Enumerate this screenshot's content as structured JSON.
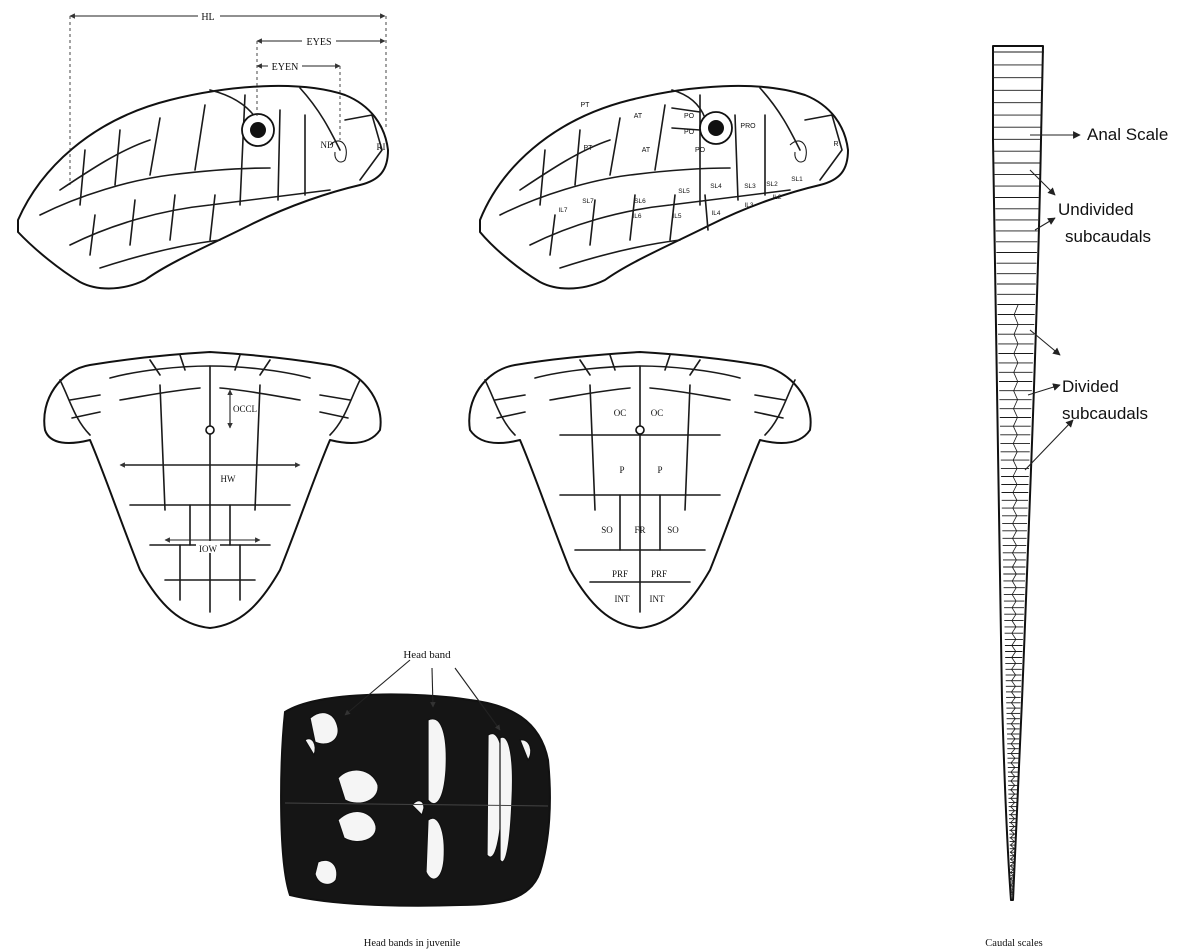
{
  "lateral_measure": {
    "hl": "HL",
    "eyes": "EYES",
    "eyen": "EYEN",
    "nd": "ND",
    "ri": "RI"
  },
  "lateral_scales": {
    "pt_upper": "PT",
    "pt_lower": "PT",
    "at_upper": "AT",
    "at_lower": "AT",
    "po_top": "PO",
    "po_mid": "PO",
    "po_bottom": "PO",
    "pro": "PRO",
    "r": "R",
    "sl1": "SL1",
    "sl2": "SL2",
    "sl3": "SL3",
    "sl4": "SL4",
    "sl5": "SL5",
    "sl6": "SL6",
    "sl7": "SL7",
    "il2": "IL2",
    "il3": "IL3",
    "il4": "IL4",
    "il5": "IL5",
    "il6": "IL6",
    "il7": "IL7"
  },
  "dorsal_measure": {
    "occl": "OCCL",
    "hw": "HW",
    "iow": "IOW"
  },
  "dorsal_scales": {
    "oc_left": "OC",
    "oc_right": "OC",
    "p_left": "P",
    "p_right": "P",
    "so_left": "SO",
    "fr": "FR",
    "so_right": "SO",
    "prf_left": "PRF",
    "prf_right": "PRF",
    "int_left": "INT",
    "int_right": "INT"
  },
  "juvenile": {
    "head_band_label": "Head band",
    "caption": "Head bands in juvenile"
  },
  "tail": {
    "anal_scale": "Anal Scale",
    "undivided_line1": "Undivided",
    "undivided_line2": "subcaudals",
    "divided_line1": "Divided",
    "divided_line2": "subcaudals",
    "caption": "Caudal scales"
  }
}
